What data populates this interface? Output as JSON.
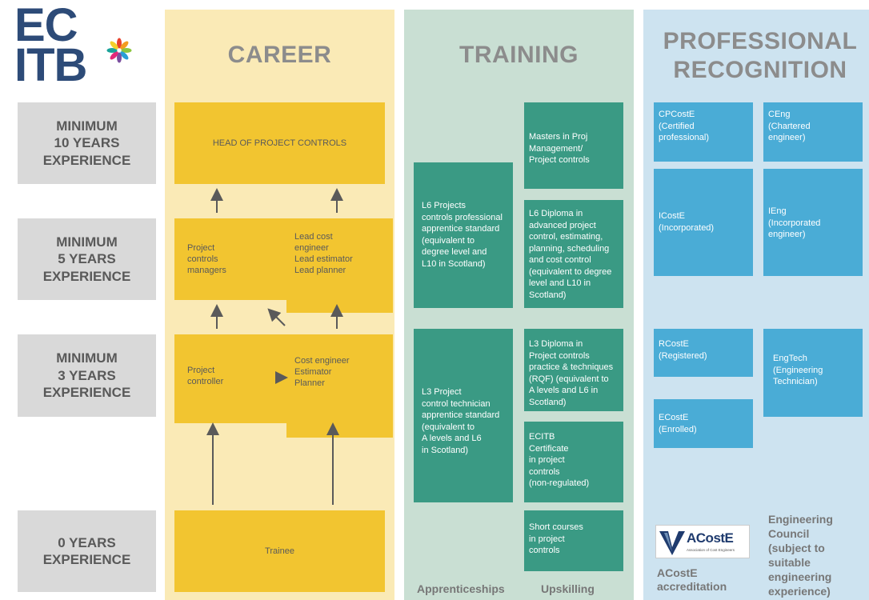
{
  "logo": {
    "line1": "EC",
    "line2": "ITB",
    "star_colors": [
      "#e8412c",
      "#f39c1f",
      "#8cc63e",
      "#2a9fd6",
      "#7b4fa0",
      "#e5287a",
      "#1aa39a",
      "#f4cf2a"
    ]
  },
  "columns": {
    "career": {
      "title": "CAREER"
    },
    "training": {
      "title": "TRAINING"
    },
    "recognition": {
      "title": "PROFESSIONAL\nRECOGNITION"
    }
  },
  "experience_levels": [
    {
      "text": "MINIMUM\n10 YEARS\nEXPERIENCE"
    },
    {
      "text": "MINIMUM\n5 YEARS\nEXPERIENCE"
    },
    {
      "text": "MINIMUM\n3 YEARS\nEXPERIENCE"
    },
    {
      "text": "0 YEARS\nEXPERIENCE"
    }
  ],
  "career": {
    "head": "HEAD OF PROJECT CONTROLS",
    "pc_managers": "Project\ncontrols\nmanagers",
    "lead_cost": "Lead cost\nengineer\nLead estimator\nLead planner",
    "pc_controller": "Project\ncontroller",
    "cost_engineer": "Cost engineer\nEstimator\nPlanner",
    "trainee": "Trainee"
  },
  "training": {
    "l6_apprentice": "L6 Projects\ncontrols professional\napprentice standard\n(equivalent to\ndegree level and\nL10 in Scotland)",
    "l3_apprentice": "L3 Project\ncontrol technician\napprentice standard\n(equivalent to\nA levels and L6\nin Scotland)",
    "masters": "Masters in Proj\nManagement/\nProject controls",
    "l6_diploma": "L6 Diploma in\nadvanced project\ncontrol, estimating,\nplanning, scheduling\nand cost control\n(equivalent to degree\nlevel and L10 in\nScotland)",
    "l3_diploma": "L3 Diploma in\nProject controls\npractice & techniques\n(RQF) (equivalent to\nA levels and L6 in\nScotland)",
    "ecitb_cert": "ECITB\nCertificate\nin project\ncontrols\n(non-regulated)",
    "short_courses": "Short courses\nin project\ncontrols",
    "footer_apprenticeships": "Apprenticeships",
    "footer_upskilling": "Upskilling"
  },
  "recognition": {
    "cpcoste": "CPCostE\n(Certified\nprofessional)",
    "ceng": "CEng\n(Chartered\nengineer)",
    "icoste": "ICostE\n(Incorporated)",
    "ieng": "IEng\n(Incorporated\nengineer)",
    "rcoste": "RCostE\n(Registered)",
    "engtech": "EngTech\n(Engineering\nTechnician)",
    "ecoste": "ECostE\n(Enrolled)",
    "acoste_logo": "ACostE",
    "acoste_logo_sub": "Association of Cost Engineers",
    "acoste_accreditation": "ACostE\naccreditation",
    "engineering_council": "Engineering\nCouncil\n(subject to\nsuitable\nengineering\nexperience)"
  },
  "colors": {
    "career_bg": "#faeab6",
    "training_bg": "#c9dfd3",
    "recognition_bg": "#cde3f0",
    "yellow_box": "#f2c530",
    "teal_box": "#3a9a84",
    "blue_box": "#4aacd6",
    "grey_box": "#d9d9d9",
    "arrow": "#5a5a5a"
  }
}
